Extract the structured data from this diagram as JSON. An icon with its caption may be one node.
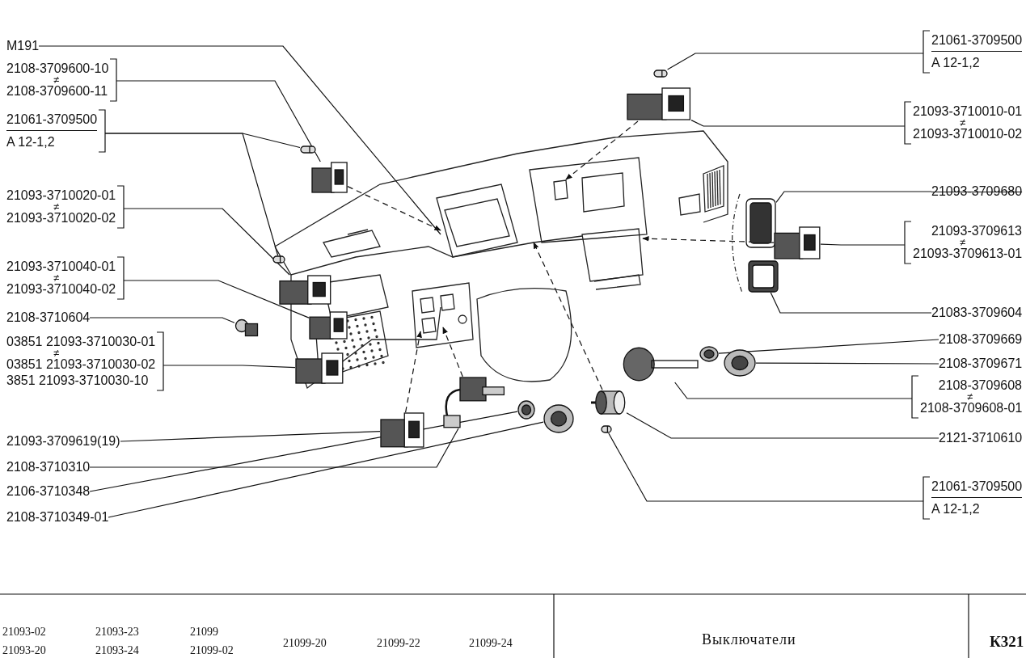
{
  "diagram": {
    "title": "Выключатели",
    "nodes": [
      {
        "text": [
          "M191"
        ]
      },
      {
        "text": [
          "2108-3709600-10",
          "≠",
          "2108-3709600-11"
        ]
      },
      {
        "text": [
          "21061-3709500",
          "A 12-1,2"
        ]
      },
      {
        "text": [
          "21093-3710020-01",
          "≠",
          "21093-3710020-02"
        ]
      },
      {
        "text": [
          "21093-3710040-01",
          "≠",
          "21093-3710040-02"
        ]
      },
      {
        "text": [
          "2108-3710604"
        ]
      },
      {
        "text": [
          "03851 21093-3710030-01",
          "≠",
          "03851 21093-3710030-02",
          "3851 21093-3710030-10"
        ]
      },
      {
        "text": [
          "21093-3709619(19)"
        ]
      },
      {
        "text": [
          "2108-3710310"
        ]
      },
      {
        "text": [
          "2106-3710348"
        ]
      },
      {
        "text": [
          "2108-3710349-01"
        ]
      },
      {
        "text": [
          "21061-3709500",
          "A 12-1,2"
        ]
      },
      {
        "text": [
          "21093-3710010-01",
          "≠",
          "21093-3710010-02"
        ]
      },
      {
        "text": [
          "21093-3709680"
        ]
      },
      {
        "text": [
          "21093-3709613",
          "≠",
          "21093-3709613-01"
        ]
      },
      {
        "text": [
          "21083-3709604"
        ]
      },
      {
        "text": [
          "2108-3709669"
        ]
      },
      {
        "text": [
          "2108-3709671"
        ]
      },
      {
        "text": [
          "2108-3709608",
          "≠",
          "2108-3709608-01"
        ]
      },
      {
        "text": [
          "2121-3710610"
        ]
      },
      {
        "text": [
          "21061-3709500",
          "A 12-1,2"
        ]
      },
      {
        "text": [],
        "shape": "picture"
      },
      {
        "text": [],
        "shape": "box"
      },
      {
        "text": [],
        "shape": "picture"
      },
      {
        "text": [],
        "shape": "box"
      },
      {
        "text": [],
        "shape": "picture"
      },
      {
        "text": [],
        "shape": "picture"
      },
      {
        "text": [],
        "shape": "circle"
      },
      {
        "text": [],
        "shape": "circle"
      },
      {
        "text": [],
        "shape": "cylinder"
      },
      {
        "text": [],
        "shape": "picture"
      },
      {
        "text": [],
        "shape": "box"
      },
      {
        "text": [],
        "shape": "picture"
      },
      {
        "text": [],
        "shape": "picture"
      },
      {
        "text": [],
        "shape": "box"
      },
      {
        "text": [],
        "shape": "box"
      },
      {
        "text": [],
        "shape": "picture"
      },
      {
        "text": [],
        "shape": "box"
      },
      {
        "text": [],
        "shape": "box"
      },
      {
        "text": [],
        "shape": "picture"
      },
      {
        "text": [],
        "shape": "circle"
      },
      {
        "text": [],
        "shape": "circle"
      }
    ],
    "edges": [
      {
        "from": 0,
        "to": null,
        "arrow": "none"
      },
      {
        "from": 1,
        "to": 31,
        "arrow": "none"
      },
      {
        "from": 2,
        "to": 32,
        "arrow": "none"
      },
      {
        "from": 2,
        "to": 33,
        "arrow": "none"
      },
      {
        "from": 3,
        "to": 34,
        "arrow": "none"
      },
      {
        "from": 4,
        "to": 35,
        "arrow": "none"
      },
      {
        "from": 5,
        "to": 36,
        "arrow": "none"
      },
      {
        "from": 6,
        "to": 37,
        "arrow": "none"
      },
      {
        "from": 7,
        "to": 38,
        "arrow": "none"
      },
      {
        "from": 8,
        "to": 39,
        "arrow": "none"
      },
      {
        "from": 9,
        "to": 40,
        "arrow": "none"
      },
      {
        "from": 10,
        "to": 41,
        "arrow": "none"
      },
      {
        "from": 11,
        "to": 21,
        "arrow": "none"
      },
      {
        "from": 12,
        "to": 22,
        "arrow": "none"
      },
      {
        "from": 13,
        "to": 23,
        "arrow": "none"
      },
      {
        "from": 14,
        "to": 24,
        "arrow": "none"
      },
      {
        "from": 15,
        "to": 25,
        "arrow": "none"
      },
      {
        "from": 16,
        "to": 27,
        "arrow": "none"
      },
      {
        "from": 17,
        "to": 28,
        "arrow": "none"
      },
      {
        "from": 18,
        "to": 26,
        "arrow": "none"
      },
      {
        "from": 19,
        "to": 29,
        "arrow": "none"
      },
      {
        "from": 20,
        "to": 30,
        "arrow": "none"
      },
      {
        "from": 31,
        "to": null,
        "arrow": "to",
        "style": "dashed"
      },
      {
        "from": 22,
        "to": null,
        "arrow": "to",
        "style": "dashed"
      },
      {
        "from": 24,
        "to": null,
        "arrow": "to",
        "style": "dashed"
      },
      {
        "from": 29,
        "to": null,
        "arrow": "to",
        "style": "dashed"
      },
      {
        "from": 38,
        "to": null,
        "arrow": "to",
        "style": "dashed"
      },
      {
        "from": 39,
        "to": null,
        "arrow": "to",
        "style": "dashed"
      }
    ],
    "labels": [
      "21093-02",
      "21093-23",
      "21099",
      "21099-20",
      "21099-22",
      "21099-24",
      "21093-20",
      "21093-24",
      "21099-02",
      "К321"
    ]
  }
}
